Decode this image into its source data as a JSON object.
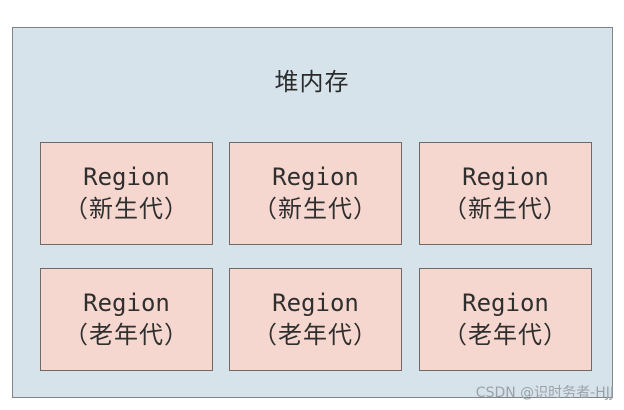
{
  "title": "堆内存",
  "regions": [
    {
      "name": "Region",
      "generation": "（新生代）"
    },
    {
      "name": "Region",
      "generation": "（新生代）"
    },
    {
      "name": "Region",
      "generation": "（新生代）"
    },
    {
      "name": "Region",
      "generation": "（老年代）"
    },
    {
      "name": "Region",
      "generation": "（老年代）"
    },
    {
      "name": "Region",
      "generation": "（老年代）"
    }
  ],
  "watermark": "CSDN @识时务者-HJJ",
  "colors": {
    "heap_background": "#d7e3eb",
    "region_background": "#f6d7cf"
  }
}
